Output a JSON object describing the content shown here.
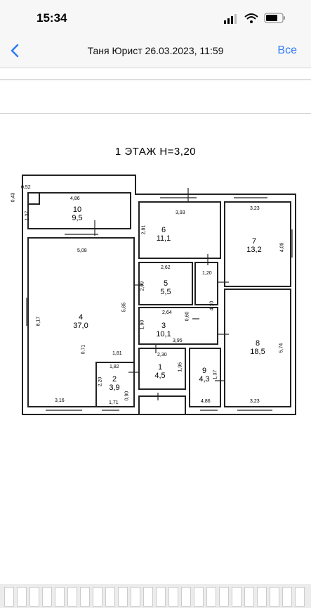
{
  "status": {
    "time": "15:34"
  },
  "nav": {
    "title": "Таня Юрист 26.03.2023, 11:59",
    "all_label": "Все",
    "back_icon": "chevron-left-icon"
  },
  "plan": {
    "title": "1 ЭТАЖ  H=3,20",
    "rooms": [
      {
        "num": "10",
        "area": "9,5"
      },
      {
        "num": "6",
        "area": "11,1"
      },
      {
        "num": "7",
        "area": "13,2"
      },
      {
        "num": "4",
        "area": "37,0"
      },
      {
        "num": "5",
        "area": "5,5"
      },
      {
        "num": "3",
        "area": "10,1"
      },
      {
        "num": "8",
        "area": "18,5"
      },
      {
        "num": "1",
        "area": "4,5"
      },
      {
        "num": "2",
        "area": "3,9"
      },
      {
        "num": "9",
        "area": "4,3"
      }
    ],
    "dims": [
      "0,52",
      "0,43",
      "1,37",
      "4,86",
      "3,93",
      "3,23",
      "2,81",
      "4,09",
      "5,08",
      "2,62",
      "1,20",
      "2,09",
      "5,85",
      "8,17",
      "2,64",
      "4,10",
      "0,60",
      "1,90",
      "3,95",
      "0,71",
      "1,81",
      "2,30",
      "5,74",
      "1,82",
      "1,95",
      "1,37",
      "2,20",
      "0,90",
      "3,16",
      "1,71",
      "4,86",
      "3,23"
    ]
  },
  "colors": {
    "accent": "#2f7bf6"
  }
}
